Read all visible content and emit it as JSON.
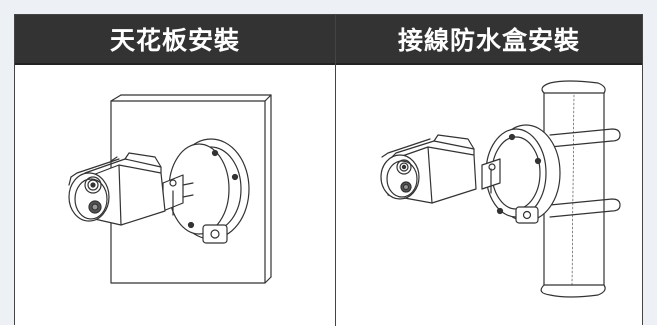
{
  "headers": {
    "ceiling_mount": "天花板安裝",
    "junction_box_mount": "接線防水盒安裝"
  },
  "illustrations": {
    "left": "bullet-camera-ceiling-mount-illustration",
    "right": "bullet-camera-junction-box-pole-mount-illustration"
  }
}
